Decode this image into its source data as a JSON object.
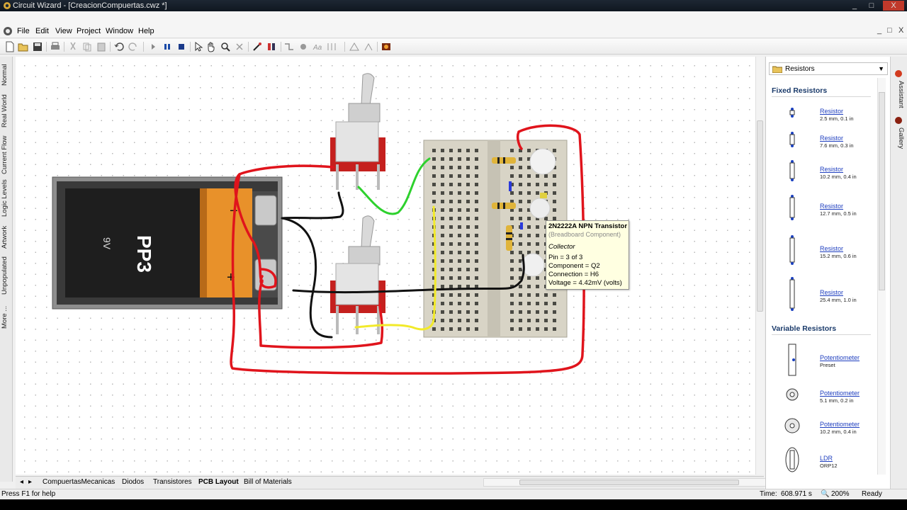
{
  "window": {
    "title": "Circuit Wizard - [CreacionCompuertas.cwz *]",
    "controls": [
      "_",
      "□",
      "X"
    ],
    "mdi_controls": [
      "_",
      "□",
      "X"
    ]
  },
  "menu": {
    "items": [
      "File",
      "Edit",
      "View",
      "Project",
      "Window",
      "Help"
    ]
  },
  "toolbar": {
    "buttons": [
      "new-icon",
      "open-icon",
      "save-icon",
      "print-icon",
      "cut-icon",
      "copy-icon",
      "paste-icon",
      "undo-icon",
      "redo-icon",
      "step-icon",
      "pause-icon",
      "stop-icon",
      "select-icon",
      "pan-icon",
      "zoom-icon",
      "delete-icon",
      "probe-icon",
      "component-icon",
      "wire-icon",
      "junction-icon",
      "text-icon",
      "align-icon",
      "flip-icon",
      "rotate-icon",
      "gallery-icon"
    ]
  },
  "left_tabs": [
    "Normal",
    "Real World",
    "Current Flow",
    "Logic Levels",
    "Artwork",
    "Unpopulated",
    "More ..."
  ],
  "canvas": {
    "battery": {
      "label": "PP3",
      "voltage": "9V",
      "minus": "−",
      "plus": "+"
    },
    "tooltip": {
      "title": "2N2222A NPN Transistor",
      "subtitle": "(Breadboard Component)",
      "pin_name": "Collector",
      "lines": [
        "Pin = 3 of 3",
        "Component = Q2",
        "Connection = H6",
        "Voltage = 4.42mV (volts)"
      ]
    }
  },
  "bottom_tabs": {
    "tabs": [
      "CompuertasMecanicas",
      "Diodos",
      "Transistores",
      "PCB Layout",
      "Bill of Materials"
    ],
    "active": "PCB Layout"
  },
  "status": {
    "help": "Press F1 for help",
    "time_label": "Time:",
    "time_value": "608.971 s",
    "zoom": "200%",
    "state": "Ready"
  },
  "right_panel": {
    "dropdown": "Resistors",
    "fixed_title": "Fixed Resistors",
    "fixed": [
      {
        "name": "Resistor",
        "sub": "2.5 mm, 0.1 in"
      },
      {
        "name": "Resistor",
        "sub": "7.6 mm, 0.3 in"
      },
      {
        "name": "Resistor",
        "sub": "10.2 mm, 0.4 in"
      },
      {
        "name": "Resistor",
        "sub": "12.7 mm, 0.5 in"
      },
      {
        "name": "Resistor",
        "sub": "15.2 mm, 0.6 in"
      },
      {
        "name": "Resistor",
        "sub": "25.4 mm, 1.0 in"
      }
    ],
    "variable_title": "Variable Resistors",
    "variable": [
      {
        "name": "Potentiometer",
        "sub": "Preset"
      },
      {
        "name": "Potentiometer",
        "sub": "5.1 mm, 0.2 in"
      },
      {
        "name": "Potentiometer",
        "sub": "10.2 mm, 0.4 in"
      },
      {
        "name": "LDR",
        "sub": "ORP12"
      }
    ],
    "side_tabs": [
      "Assistant",
      "Gallery"
    ]
  },
  "colors": {
    "wire_red": "#e0141c",
    "wire_black": "#111111",
    "wire_green": "#2ed12e",
    "wire_yellow": "#f2ea2a",
    "battery_orange": "#e8912a",
    "tooltip_bg": "#ffffe1",
    "link_blue": "#1f3fbf"
  }
}
